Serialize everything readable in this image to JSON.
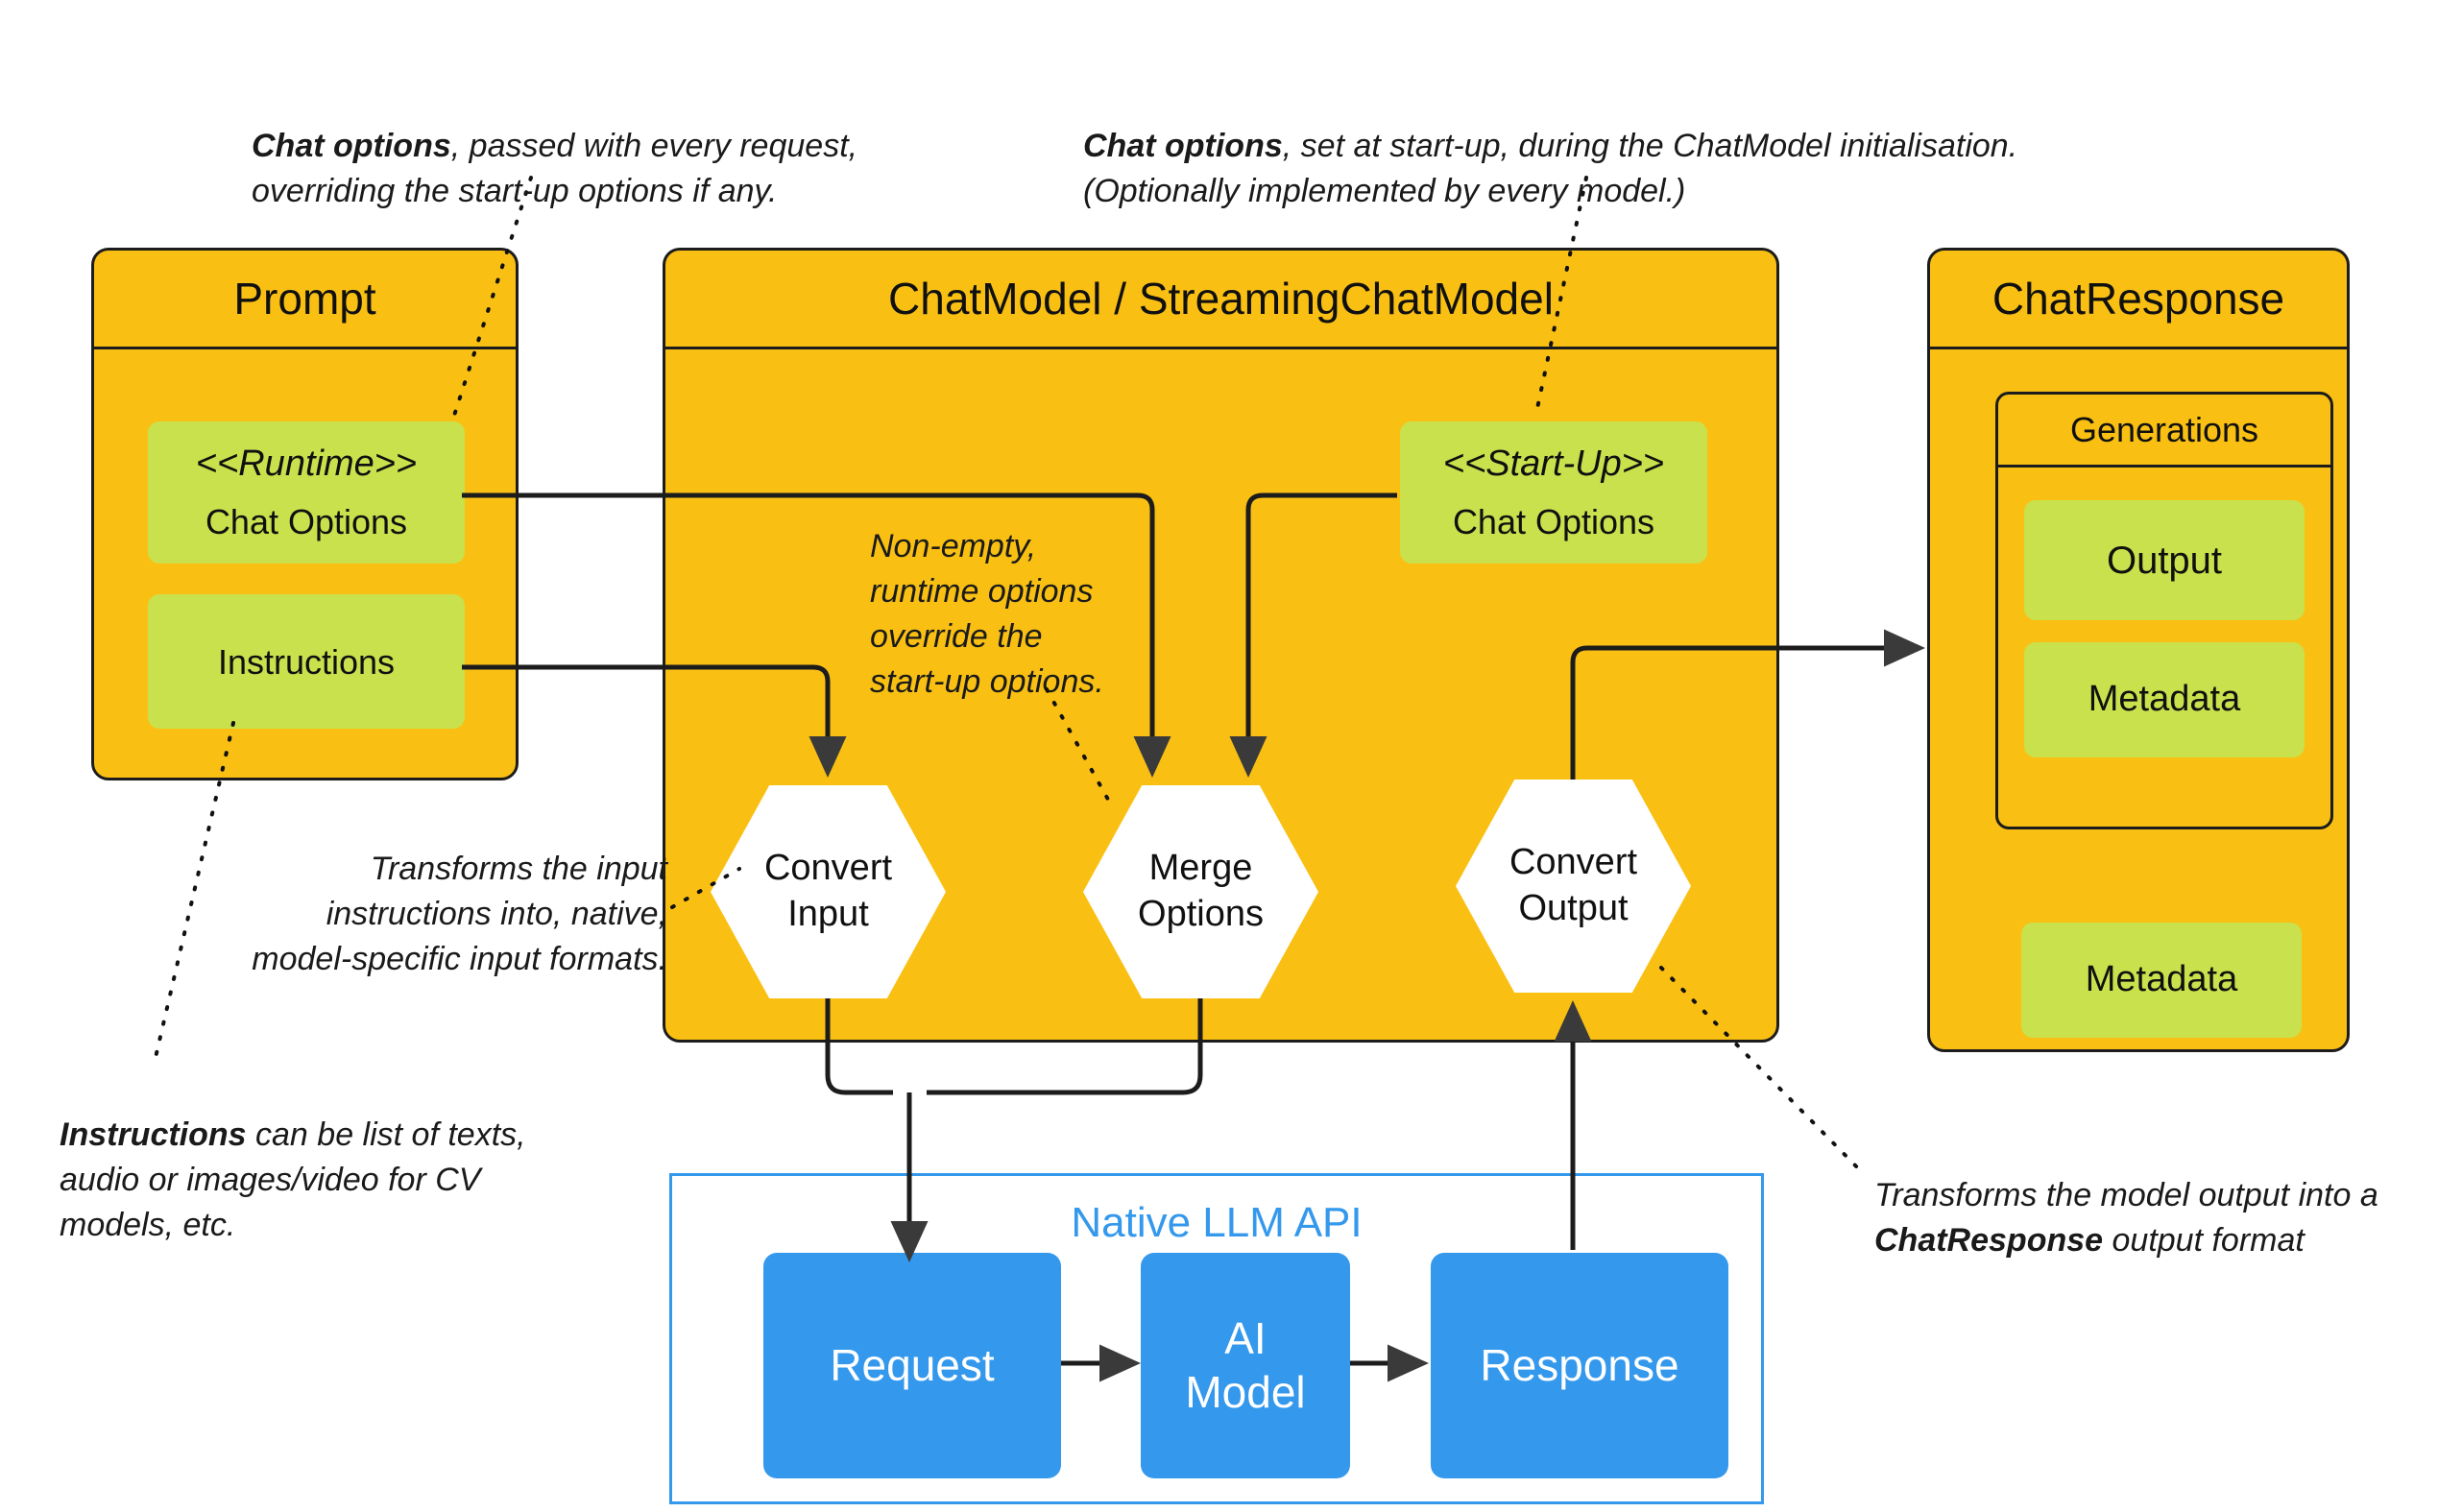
{
  "diagram": {
    "title": "Spring AI ChatModel flow",
    "colors": {
      "orange": "#F9C013",
      "green": "#C9E14C",
      "blue": "#3498EC",
      "stroke": "#1c1c1c",
      "white": "#ffffff"
    }
  },
  "notes": {
    "runtime_options": {
      "bold": "Chat options",
      "rest": ", passed with every  request, overriding the start-up options if any."
    },
    "startup_options": {
      "bold": "Chat options",
      "rest": ", set at start-up, during  the ChatModel initialisation. (Optionally implemented by every model.)"
    },
    "merge_rule": "Non-empty,\nruntime options\noverride the\nstart-up options.",
    "convert_input": "Transforms the input\ninstructions into, native,\nmodel-specific input formats.",
    "instructions_note": {
      "bold": "Instructions",
      "rest": " can be list of texts, audio or images/video for CV models, etc."
    },
    "convert_output": {
      "pre": "Transforms the model output into  a ",
      "bold": "ChatResponse",
      "post": " output format"
    }
  },
  "prompt_box": {
    "title": "Prompt",
    "runtime_pill": {
      "stereotype": "<<Runtime>>",
      "label": "Chat Options"
    },
    "instructions_pill": {
      "label": "Instructions"
    }
  },
  "chatmodel_box": {
    "title": "ChatModel / StreamingChatModel",
    "startup_pill": {
      "stereotype": "<<Start-Up>>",
      "label": "Chat Options"
    },
    "hexagons": {
      "convert_input": "Convert\nInput",
      "merge_options": "Merge\nOptions",
      "convert_output": "Convert\nOutput"
    }
  },
  "chatresponse_box": {
    "title": "ChatResponse",
    "generations": {
      "title": "Generations",
      "output_pill": "Output",
      "metadata_pill": "Metadata"
    },
    "metadata_pill": "Metadata"
  },
  "native_api": {
    "title": "Native LLM API",
    "request": "Request",
    "ai_model": "AI\nModel",
    "response": "Response"
  }
}
